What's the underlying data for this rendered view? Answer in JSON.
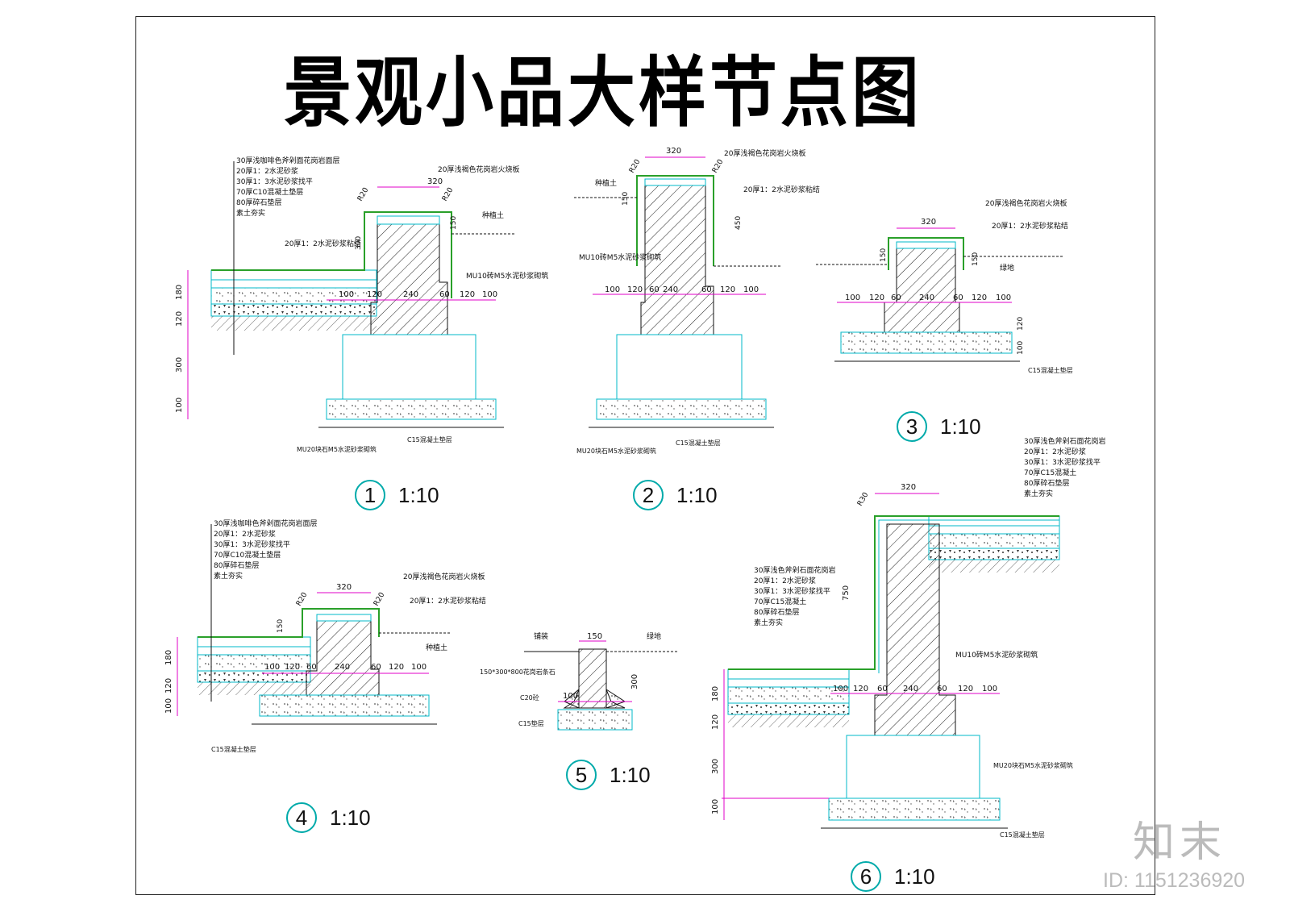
{
  "title": "景观小品大样节点图",
  "details": [
    {
      "num": "1",
      "scale": "1:10"
    },
    {
      "num": "2",
      "scale": "1:10"
    },
    {
      "num": "3",
      "scale": "1:10"
    },
    {
      "num": "4",
      "scale": "1:10"
    },
    {
      "num": "5",
      "scale": "1:10"
    },
    {
      "num": "6",
      "scale": "1:10"
    }
  ],
  "layers_coffee": [
    "30厚浅咖啡色斧剁面花岗岩面层",
    "20厚1：2水泥砂浆",
    "30厚1：3水泥砂浆找平",
    "70厚C10混凝土垫层",
    "80厚碎石垫层",
    "素土夯实"
  ],
  "layers_light": [
    "30厚浅色斧剁石面花岗岩",
    "20厚1：2水泥砂浆",
    "30厚1：3水泥砂浆找平",
    "70厚C15混凝土",
    "80厚碎石垫层",
    "素土夯实"
  ],
  "notes": {
    "fire_board": "20厚浅褐色花岗岩火烧板",
    "bond": "20厚1：2水泥砂浆粘结",
    "planting": "种植土",
    "brick_mu10": "MU10砖M5水泥砂浆砌筑",
    "stone_mu20": "MU20块石M5水泥砂浆砌筑",
    "c15": "C15混凝土垫层",
    "green": "绿地",
    "paving": "铺装",
    "curb": "150*300*800花岗岩条石",
    "c20": "C20砼",
    "c15_short": "C15垫层"
  },
  "dims": {
    "d320": "320",
    "d240": "240",
    "d100": "100",
    "d120": "120",
    "d60": "60",
    "d180": "180",
    "d300": "300",
    "d150": "150",
    "d450": "450",
    "d750": "750",
    "r20": "R20",
    "r30": "R30"
  },
  "watermark": {
    "logo": "知末",
    "id": "ID: 1151236920"
  },
  "colors": {
    "cyan": "#00b8c8",
    "magenta": "#e000c8",
    "green": "#2aa02a",
    "line": "#111111"
  }
}
